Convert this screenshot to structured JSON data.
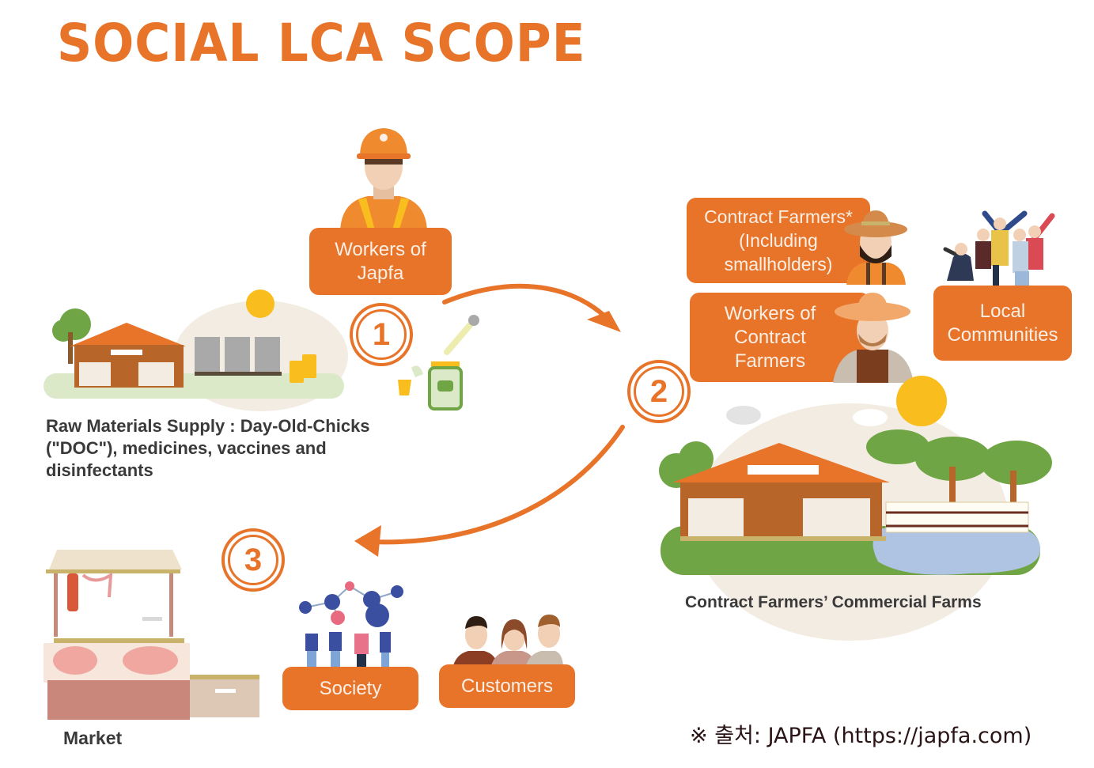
{
  "title": "SOCIAL LCA SCOPE",
  "colors": {
    "accent": "#E8742A",
    "box_text": "#FBEFE6",
    "caption_text": "#3A3A3A",
    "sun": "#F9BE1E",
    "grass": "#6FA544",
    "pond": "#AFC4E3"
  },
  "stages": [
    {
      "number": "1",
      "caption": "Raw Materials Supply : Day-Old-Chicks (\"DOC\"), medicines, vaccines and disinfectants"
    },
    {
      "number": "2",
      "caption": "Contract Farmers’ Commercial Farms"
    },
    {
      "number": "3",
      "caption": "Market"
    }
  ],
  "stakeholders": {
    "workers_japfa": "Workers of\nJapfa",
    "contract_farmers": "Contract Farmers*\n(Including\nsmallholders)",
    "workers_contract_farmers": "Workers of\nContract\nFarmers",
    "local_communities": "Local\nCommunities",
    "society": "Society",
    "customers": "Customers"
  },
  "source_note": "※ 출처: JAPFA (https://japfa.com)"
}
